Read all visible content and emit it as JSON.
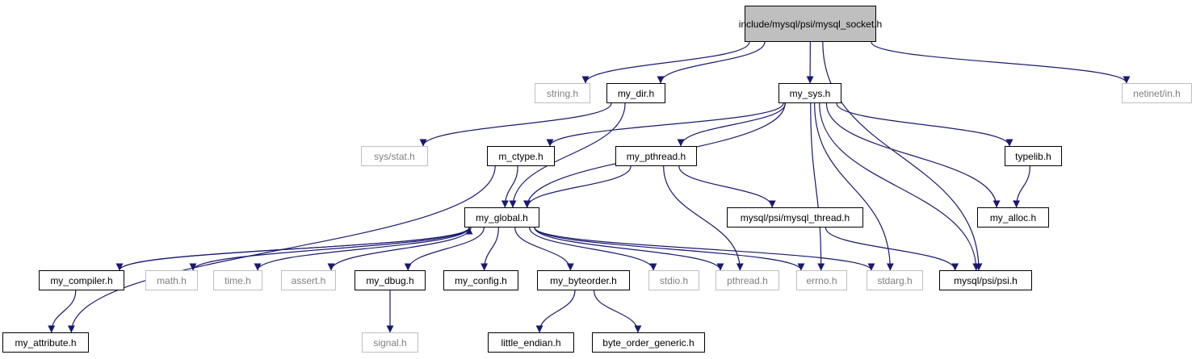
{
  "colors": {
    "edge": "#191970",
    "node_border": "#000000",
    "external_border": "#bfbfbf",
    "external_text": "#808080",
    "root_fill": "#bfbfbf"
  },
  "nodes": {
    "mysql_socket_h": {
      "label": "include/mysql/psi/mysql_socket.h",
      "kind": "root"
    },
    "string_h": {
      "label": "string.h",
      "kind": "external"
    },
    "my_dir_h": {
      "label": "my_dir.h",
      "kind": "internal"
    },
    "my_sys_h": {
      "label": "my_sys.h",
      "kind": "internal"
    },
    "netinet_in_h": {
      "label": "netinet/in.h",
      "kind": "external"
    },
    "sys_stat_h": {
      "label": "sys/stat.h",
      "kind": "external"
    },
    "m_ctype_h": {
      "label": "m_ctype.h",
      "kind": "internal"
    },
    "my_pthread_h": {
      "label": "my_pthread.h",
      "kind": "internal"
    },
    "typelib_h": {
      "label": "typelib.h",
      "kind": "internal"
    },
    "my_global_h": {
      "label": "my_global.h",
      "kind": "internal"
    },
    "mysql_thread_h": {
      "label": "mysql/psi/mysql_thread.h",
      "kind": "internal"
    },
    "my_alloc_h": {
      "label": "my_alloc.h",
      "kind": "internal"
    },
    "my_compiler_h": {
      "label": "my_compiler.h",
      "kind": "internal"
    },
    "math_h": {
      "label": "math.h",
      "kind": "external"
    },
    "time_h": {
      "label": "time.h",
      "kind": "external"
    },
    "assert_h": {
      "label": "assert.h",
      "kind": "external"
    },
    "my_dbug_h": {
      "label": "my_dbug.h",
      "kind": "internal"
    },
    "my_config_h": {
      "label": "my_config.h",
      "kind": "internal"
    },
    "my_byteorder_h": {
      "label": "my_byteorder.h",
      "kind": "internal"
    },
    "stdio_h": {
      "label": "stdio.h",
      "kind": "external"
    },
    "pthread_h": {
      "label": "pthread.h",
      "kind": "external"
    },
    "errno_h": {
      "label": "errno.h",
      "kind": "external"
    },
    "stdarg_h": {
      "label": "stdarg.h",
      "kind": "external"
    },
    "psi_h": {
      "label": "mysql/psi/psi.h",
      "kind": "internal"
    },
    "my_attribute_h": {
      "label": "my_attribute.h",
      "kind": "internal"
    },
    "signal_h": {
      "label": "signal.h",
      "kind": "external"
    },
    "little_endian_h": {
      "label": "little_endian.h",
      "kind": "internal"
    },
    "byte_order_generic_h": {
      "label": "byte_order_generic.h",
      "kind": "internal"
    }
  },
  "edges": [
    [
      "mysql_socket_h",
      "string_h"
    ],
    [
      "mysql_socket_h",
      "my_dir_h"
    ],
    [
      "mysql_socket_h",
      "my_sys_h"
    ],
    [
      "mysql_socket_h",
      "netinet_in_h"
    ],
    [
      "mysql_socket_h",
      "psi_h"
    ],
    [
      "my_dir_h",
      "sys_stat_h"
    ],
    [
      "my_dir_h",
      "my_global_h"
    ],
    [
      "my_sys_h",
      "m_ctype_h"
    ],
    [
      "my_sys_h",
      "my_global_h"
    ],
    [
      "my_sys_h",
      "my_pthread_h"
    ],
    [
      "my_sys_h",
      "typelib_h"
    ],
    [
      "my_sys_h",
      "my_alloc_h"
    ],
    [
      "my_sys_h",
      "errno_h"
    ],
    [
      "my_sys_h",
      "stdarg_h"
    ],
    [
      "my_sys_h",
      "psi_h"
    ],
    [
      "m_ctype_h",
      "my_global_h"
    ],
    [
      "m_ctype_h",
      "my_attribute_h"
    ],
    [
      "my_pthread_h",
      "my_global_h"
    ],
    [
      "my_pthread_h",
      "mysql_thread_h"
    ],
    [
      "my_pthread_h",
      "pthread_h"
    ],
    [
      "typelib_h",
      "my_alloc_h"
    ],
    [
      "mysql_thread_h",
      "psi_h"
    ],
    [
      "my_global_h",
      "my_compiler_h"
    ],
    [
      "my_global_h",
      "math_h"
    ],
    [
      "my_global_h",
      "time_h"
    ],
    [
      "my_global_h",
      "assert_h"
    ],
    [
      "my_global_h",
      "my_dbug_h"
    ],
    [
      "my_global_h",
      "my_config_h"
    ],
    [
      "my_global_h",
      "my_byteorder_h"
    ],
    [
      "my_global_h",
      "stdio_h"
    ],
    [
      "my_global_h",
      "pthread_h"
    ],
    [
      "my_global_h",
      "errno_h"
    ],
    [
      "my_global_h",
      "stdarg_h"
    ],
    [
      "my_compiler_h",
      "my_global_h"
    ],
    [
      "my_compiler_h",
      "my_attribute_h"
    ],
    [
      "my_dbug_h",
      "signal_h"
    ],
    [
      "my_byteorder_h",
      "little_endian_h"
    ],
    [
      "my_byteorder_h",
      "byte_order_generic_h"
    ]
  ]
}
